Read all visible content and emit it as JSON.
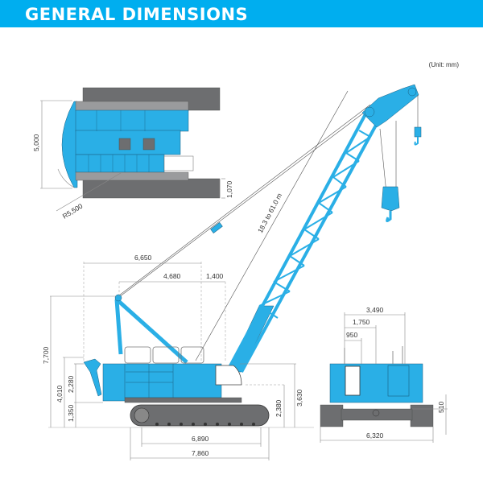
{
  "header": {
    "title": "GENERAL DIMENSIONS",
    "color": "#00aeef"
  },
  "unit_note": "(Unit: mm)",
  "colors": {
    "machine_blue": "#2aafe6",
    "track_gray": "#6d6e70",
    "dimension_line": "#888888"
  },
  "top_view": {
    "width_label": "5,000",
    "track_shoe_label": "1,070",
    "tail_radius_label": "R5,500"
  },
  "side_view": {
    "boom_length_label": "18.3 to 61.0 m",
    "gantry_to_boom_foot_label": "6,650",
    "gantry_to_center_label": "4,680",
    "center_to_boom_foot_label": "1,400",
    "overall_height_label": "7,700",
    "counterweight_top_label": "4,010",
    "counterweight_height_label": "2,280",
    "counterweight_clearance_label": "1,350",
    "cab_height_label": "3,630",
    "deck_height_label": "2,380",
    "tumbler_distance_label": "6,890",
    "crawler_length_label": "7,860"
  },
  "rear_view": {
    "upper_width_label": "3,490",
    "center_offset_label": "1,750",
    "cab_width_label": "950",
    "ground_clearance_label": "510",
    "overall_width_label": "6,320"
  }
}
